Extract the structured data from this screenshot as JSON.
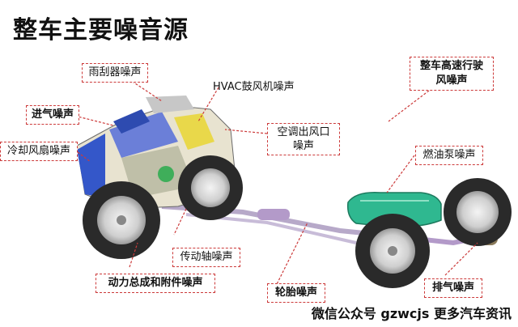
{
  "title": "整车主要噪音源",
  "labels": {
    "wiper": "雨刮器噪声",
    "hvac": "HVAC鼓风机噪声",
    "intake": "进气噪声",
    "cooling_fan": "冷却风扇噪声",
    "ac_outlet_line1": "空调出风口",
    "ac_outlet_line2": "噪声",
    "wind_line1": "整车高速行驶",
    "wind_line2": "风噪声",
    "fuel_pump": "燃油泵噪声",
    "driveshaft": "传动轴噪声",
    "powertrain": "动力总成和附件噪声",
    "tire": "轮胎噪声",
    "exhaust": "排气噪声"
  },
  "watermark": "微信公众号 gzwcjs 更多汽车资讯",
  "colors": {
    "leader": "#cc3a3a",
    "chassis": "#b7a9c9",
    "engine_blue": "#3457c9",
    "engine_yellow": "#e9d84a",
    "fuel_tank": "#2fb890",
    "tire": "#2a2a2a",
    "rim": "#dcdcdc",
    "exhaust_pipe": "#b39ac9"
  }
}
